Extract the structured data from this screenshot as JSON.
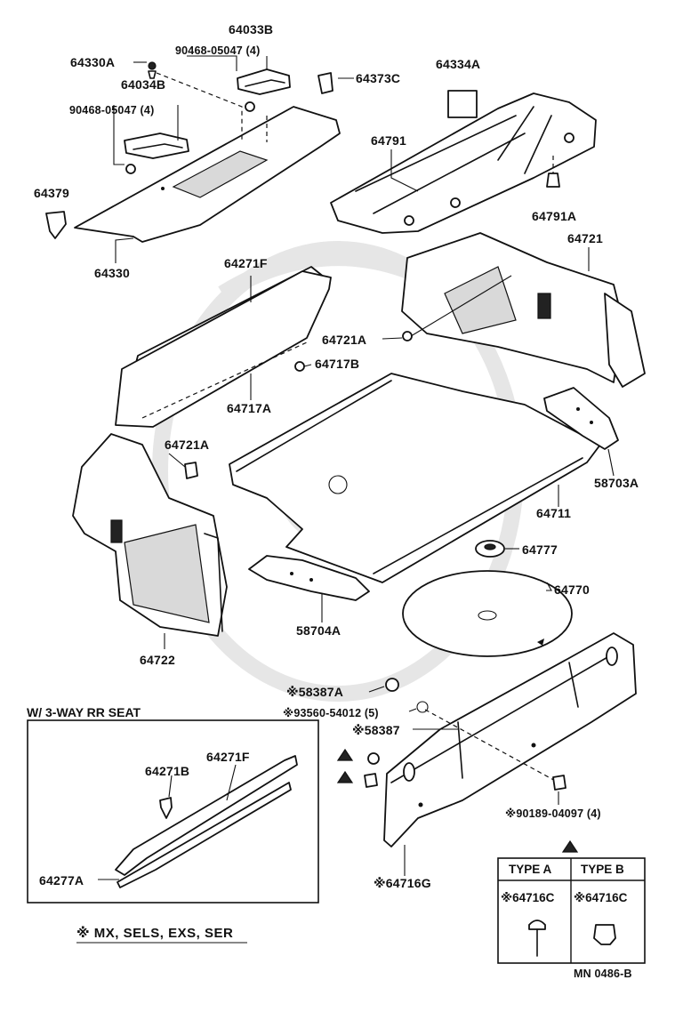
{
  "diagram": {
    "labels": {
      "p64033B": "64033B",
      "p90468a": "90468-05047 (4)",
      "p64330A": "64330A",
      "p64034B": "64034B",
      "p90468b": "90468-05047 (4)",
      "p64373C": "64373C",
      "p64334A": "64334A",
      "p64791": "64791",
      "p64379": "64379",
      "p64791A": "64791A",
      "p64330": "64330",
      "p64721_top": "64721",
      "p64271F": "64271F",
      "p64721A_r": "64721A",
      "p64717B": "64717B",
      "p64717A": "64717A",
      "p64721A_l": "64721A",
      "p58703A": "58703A",
      "p64711": "64711",
      "p64777": "64777",
      "p64722": "64722",
      "p58704A": "58704A",
      "p64770": "64770",
      "p58387A": "※58387A",
      "p93560": "※93560-54012 (5)",
      "p58387": "※58387",
      "p90189": "※90189-04097 (4)",
      "p64716G": "※64716G",
      "p64271B": "64271B",
      "p64271F_b": "64271F",
      "p64277A": "64277A"
    },
    "inset_title": "W/ 3-WAY RR SEAT",
    "footnote": "※ MX, SELS, EXS, SER",
    "type_table": {
      "type_a": "TYPE A",
      "type_b": "TYPE B",
      "part_a": "※64716C",
      "part_b": "※64716C"
    },
    "ref_code": "MN 0486-B"
  }
}
